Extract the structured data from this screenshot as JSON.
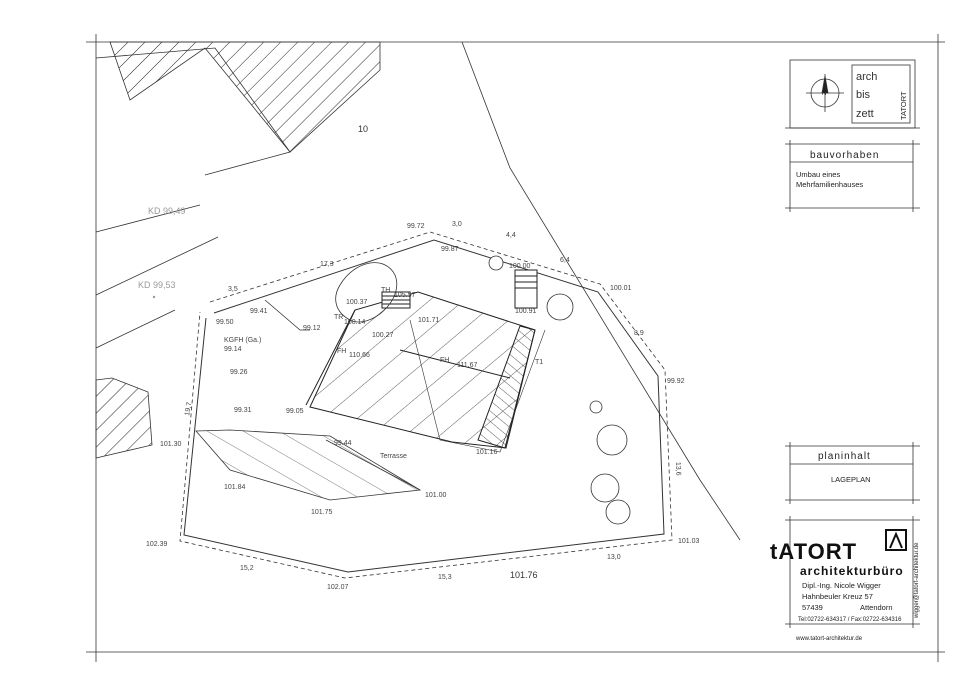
{
  "parcel": {
    "number": "10",
    "kd_upper": "KD 99,49",
    "kd_lower": "KD 99,53"
  },
  "title_block": {
    "logo_lines": [
      "arch",
      "bis",
      "zett"
    ],
    "logo_brand": "TATORT",
    "north_label": "N",
    "project_heading": "bauvorhaben",
    "project_line1": "Umbau eines",
    "project_line2": "Mehrfamilienhauses",
    "content_heading": "planinhalt",
    "content_value": "LAGEPLAN",
    "office_brand": "tATORT",
    "office_subtitle": "architekturbüro",
    "office_person": "Dipl.-Ing. Nicole Wigger",
    "office_street": "Hahnbeuler Kreuz 57",
    "office_city_zip": "57439",
    "office_city": "Attendorn",
    "office_phone": "Tel:02722-634317 / Fax:02722-634316",
    "office_email": "wigger@tatort-architektur.de",
    "office_web": "www.tatort-architektur.de"
  },
  "elevations": {
    "e_99_72": "99.72",
    "e_99_87": "99.87",
    "e_100_00": "100.00",
    "e_100_01": "100.01",
    "e_99_92": "99.92",
    "e_100_91": "100.91",
    "e_101_71": "101.71",
    "e_100_27": "100.27",
    "e_100_37": "100.37",
    "e_100_14": "100.14",
    "e_99_41": "99.41",
    "e_99_50": "99.50",
    "e_99_12": "99.12",
    "e_99_14": "99.14",
    "e_99_26": "99.26",
    "e_99_31": "99.31",
    "e_99_05": "99.05",
    "e_99_44": "99.44",
    "e_101_30": "101.30",
    "e_101_84": "101.84",
    "e_101_75": "101.75",
    "e_101_00": "101.00",
    "e_101_16": "101.16",
    "e_102_39": "102.39",
    "e_102_07": "102.07",
    "e_101_03": "101.03",
    "e_101_76": "101.76"
  },
  "building_labels": {
    "th": "TH",
    "th_val": "105.57",
    "tr": "TR",
    "fh_west": "FH",
    "fh_west_val": "110.66",
    "fh_east": "FH",
    "fh_east_val": "111.67",
    "t1": "T1",
    "kgfh": "KGFH (Ga.)",
    "terrace": "Terrasse"
  },
  "dimensions": {
    "d_3_0": "3,0",
    "d_4_4": "4,4",
    "d_6_4": "6,4",
    "d_17_3": "17,3",
    "d_3_5": "3,5",
    "d_8_9": "8,9",
    "d_19_7": "19,7",
    "d_13_6": "13,6",
    "d_13_0": "13,0",
    "d_15_3": "15,3",
    "d_15_2": "15,2"
  }
}
